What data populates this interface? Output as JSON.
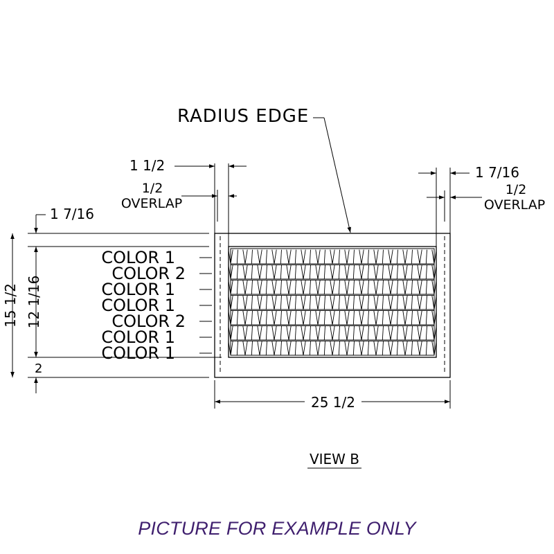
{
  "drawing": {
    "callout": "RADIUS EDGE",
    "dims": {
      "left_width": "1 1/2",
      "left_overlap_value": "1/2",
      "left_overlap_label": "OVERLAP",
      "right_width": "1 7/16",
      "right_overlap_value": "1/2",
      "right_overlap_label": "OVERLAP",
      "top_offset": "1 7/16",
      "total_height": "15 1/2",
      "grille_height": "12 1/16",
      "bottom_offset": "2",
      "total_width": "25 1/2"
    },
    "color_rows": [
      "COLOR 1",
      "COLOR 2",
      "COLOR 1",
      "COLOR 1",
      "COLOR 2",
      "COLOR 1",
      "COLOR 1"
    ],
    "view_label": "VIEW B"
  },
  "footer": {
    "caption": "PICTURE FOR EXAMPLE ONLY"
  }
}
